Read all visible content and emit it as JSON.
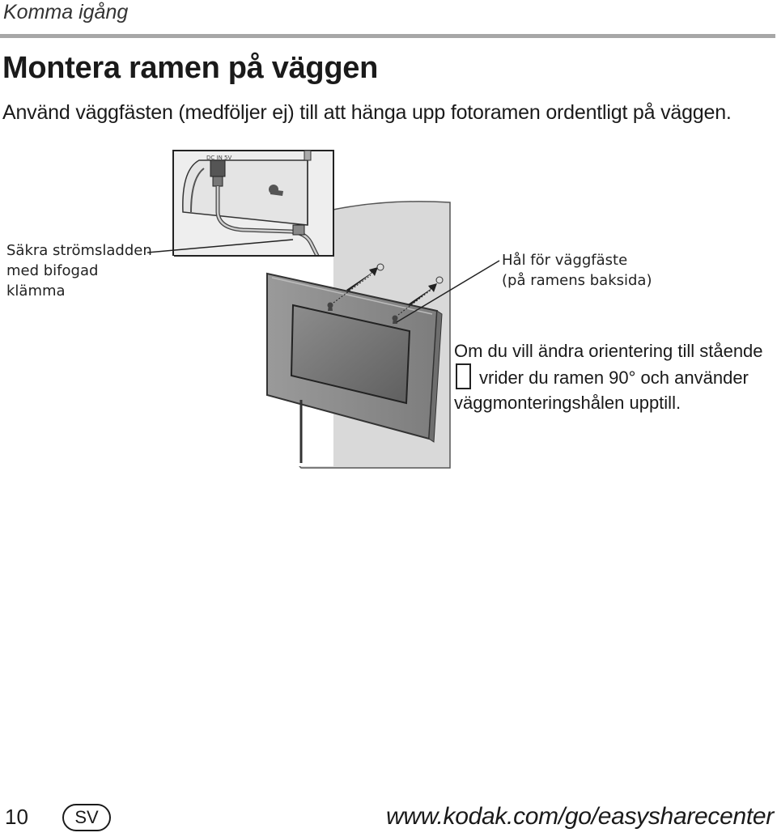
{
  "header": {
    "section": "Komma igång"
  },
  "main": {
    "title": "Montera ramen på väggen",
    "intro": "Använd väggfästen (medföljer ej) till att hänga upp fotoramen ordentligt på väggen."
  },
  "illustration": {
    "port_label": "DC IN 5V",
    "callout_power": {
      "line1": "Säkra strömsladden",
      "line2": "med bifogad",
      "line3": "klämma"
    },
    "callout_holes": {
      "line1": "Hål för väggfäste",
      "line2": "(på ramens baksida)"
    },
    "icon": "portrait-frame-icon"
  },
  "orientation_note": {
    "line1": "Om du vill ändra orientering till stående",
    "line2": "vrider du ramen 90° och använder",
    "line3": "väggmonteringshålen upptill."
  },
  "footer": {
    "page_number": "10",
    "language": "SV",
    "url": "www.kodak.com/go/easysharecenter"
  },
  "colors": {
    "header_rule": "#a7a7a7",
    "wall": "#d9d9d9",
    "frame": "#8a8a8a",
    "screen": "#6a6a6a"
  }
}
